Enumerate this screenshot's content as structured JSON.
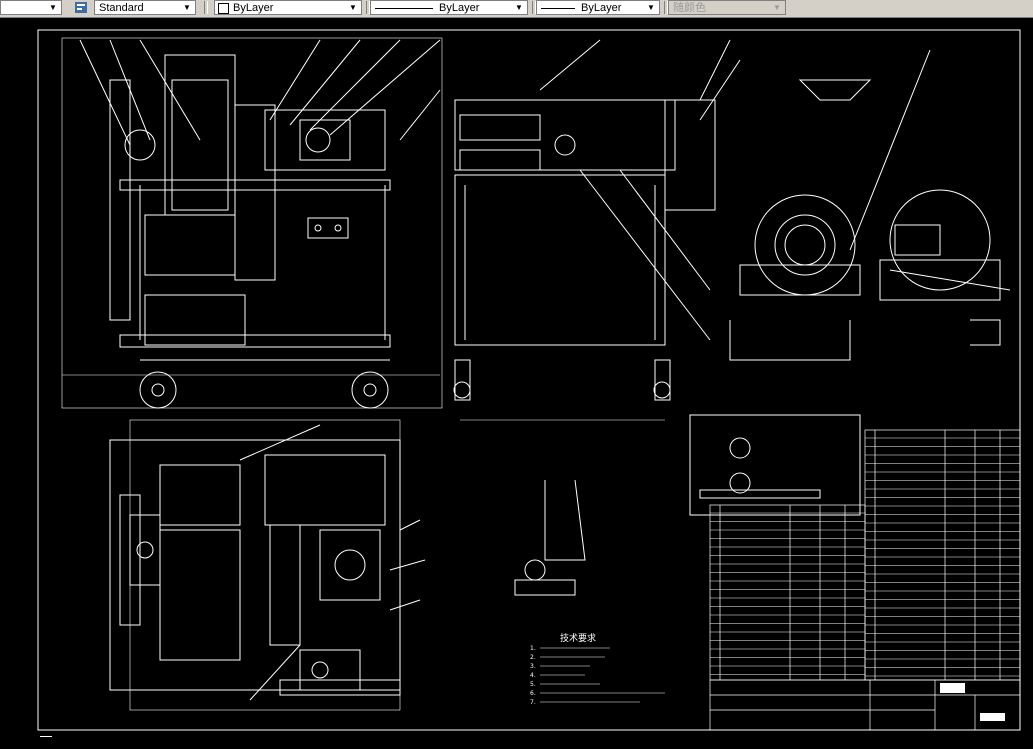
{
  "toolbar": {
    "textstyle": {
      "value": "Standard"
    },
    "layer_color": {
      "value": "ByLayer"
    },
    "linetype": {
      "value": "ByLayer"
    },
    "lineweight": {
      "value": "ByLayer"
    },
    "plotstyle": {
      "value": "随颜色"
    }
  },
  "drawing": {
    "tech_title": "技术要求",
    "tech_notes": [
      "1.",
      "2.",
      "3.",
      "4.",
      "5.",
      "6.",
      "7."
    ]
  },
  "colors": {
    "background": "#000000",
    "lines": "#ffffff",
    "toolbar": "#d4d0c8"
  }
}
